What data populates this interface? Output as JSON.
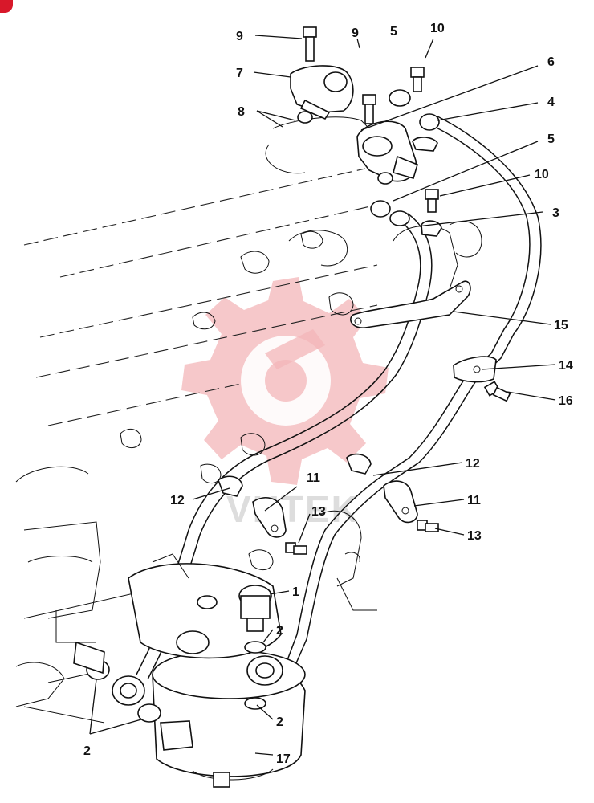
{
  "diagram": {
    "callouts": [
      {
        "id": "c9a",
        "label": "9"
      },
      {
        "id": "c9b",
        "label": "9"
      },
      {
        "id": "c5a",
        "label": "5"
      },
      {
        "id": "c10a",
        "label": "10"
      },
      {
        "id": "c7",
        "label": "7"
      },
      {
        "id": "c6",
        "label": "6"
      },
      {
        "id": "c8",
        "label": "8"
      },
      {
        "id": "c4",
        "label": "4"
      },
      {
        "id": "c5b",
        "label": "5"
      },
      {
        "id": "c10b",
        "label": "10"
      },
      {
        "id": "c3",
        "label": "3"
      },
      {
        "id": "c15",
        "label": "15"
      },
      {
        "id": "c14",
        "label": "14"
      },
      {
        "id": "c16",
        "label": "16"
      },
      {
        "id": "c12a",
        "label": "12"
      },
      {
        "id": "c12b",
        "label": "12"
      },
      {
        "id": "c11a",
        "label": "11"
      },
      {
        "id": "c11b",
        "label": "11"
      },
      {
        "id": "c13a",
        "label": "13"
      },
      {
        "id": "c13b",
        "label": "13"
      },
      {
        "id": "c1",
        "label": "1"
      },
      {
        "id": "c2a",
        "label": "2"
      },
      {
        "id": "c2b",
        "label": "2"
      },
      {
        "id": "c2c",
        "label": "2"
      },
      {
        "id": "c17",
        "label": "17"
      }
    ]
  },
  "watermark": {
    "text": "VHTEK",
    "color": "#f3b6b8"
  },
  "badge_color": "#d8182a"
}
